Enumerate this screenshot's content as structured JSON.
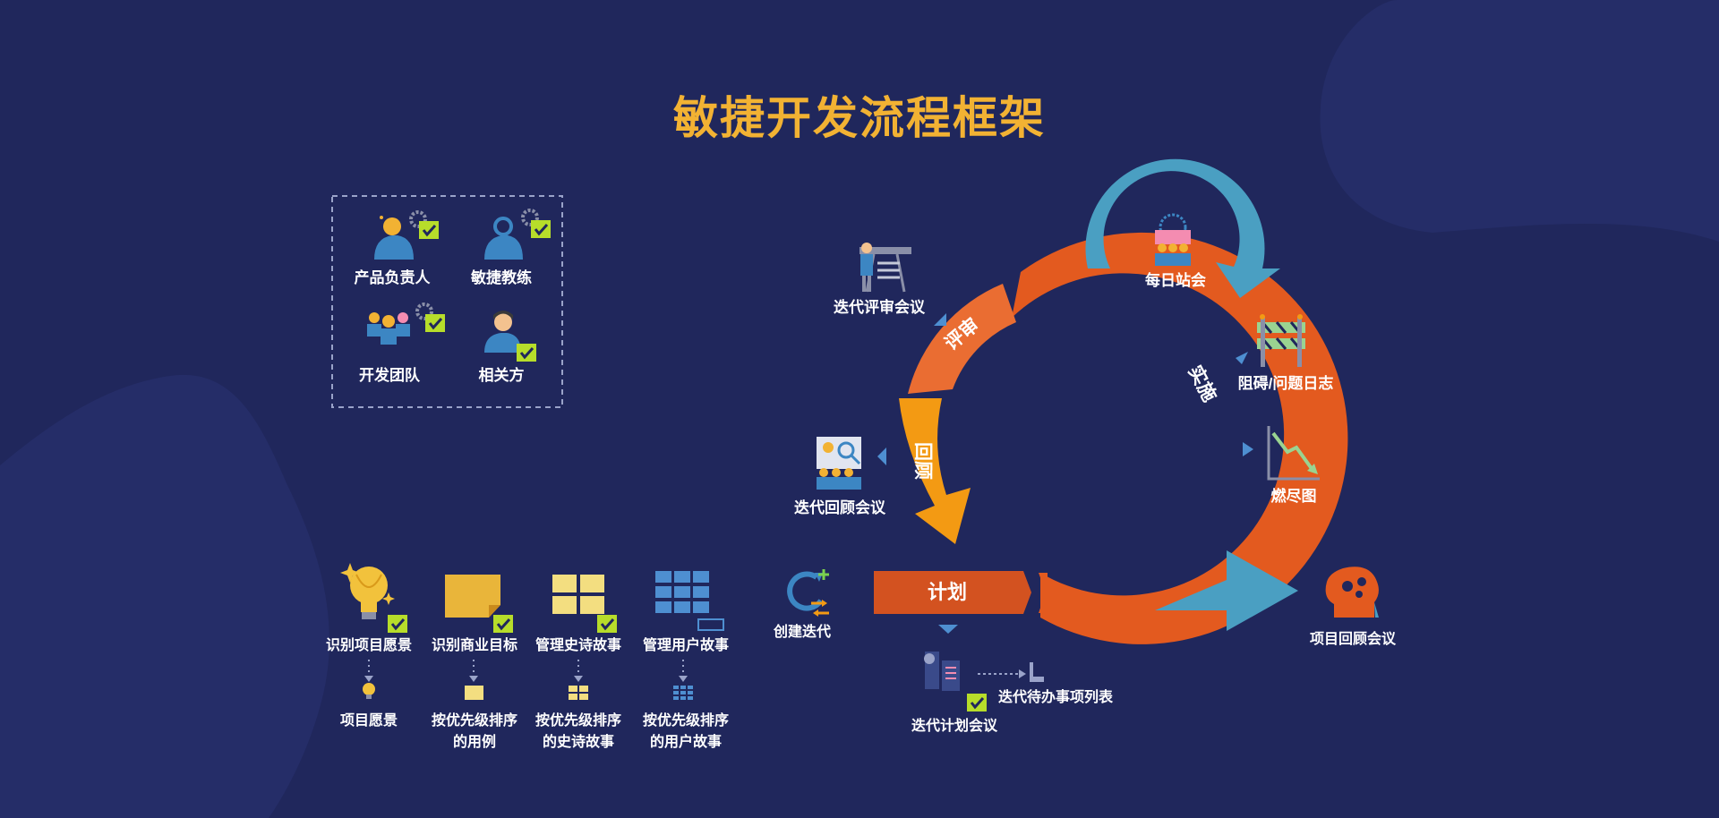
{
  "title": "敏捷开发流程框架",
  "colors": {
    "background": "#20275c",
    "title": "#f2b233",
    "cycle_orange": "#e35a1f",
    "review_orange": "#ea6d32",
    "retro_orange": "#f39a13",
    "daily_blue": "#4a9fc2",
    "check_green": "#b7dd2a"
  },
  "roles": {
    "product_owner": "产品负责人",
    "agile_coach": "敏捷教练",
    "dev_team": "开发团队",
    "stakeholders": "相关方"
  },
  "backlog_steps": {
    "vision": {
      "top": "识别项目愿景",
      "bottom": "项目愿景"
    },
    "business_goals": {
      "top": "识别商业目标",
      "bottom_line1": "按优先级排序",
      "bottom_line2": "的用例"
    },
    "epics": {
      "top": "管理史诗故事",
      "bottom_line1": "按优先级排序",
      "bottom_line2": "的史诗故事"
    },
    "user_stories": {
      "top": "管理用户故事",
      "bottom_line1": "按优先级排序",
      "bottom_line2": "的用户故事"
    }
  },
  "cycle": {
    "create_iteration": "创建迭代",
    "plan": "计划",
    "implement": "实施",
    "review": "评审",
    "retro": "回顾",
    "sprint_review_meeting": "迭代评审会议",
    "sprint_retro_meeting": "迭代回顾会议",
    "daily_standup": "每日站会",
    "impediment_log": "阻碍/问题日志",
    "burndown": "燃尽图",
    "project_retro": "项目回顾会议",
    "sprint_planning": "迭代计划会议",
    "sprint_backlog": "迭代待办事项列表"
  }
}
